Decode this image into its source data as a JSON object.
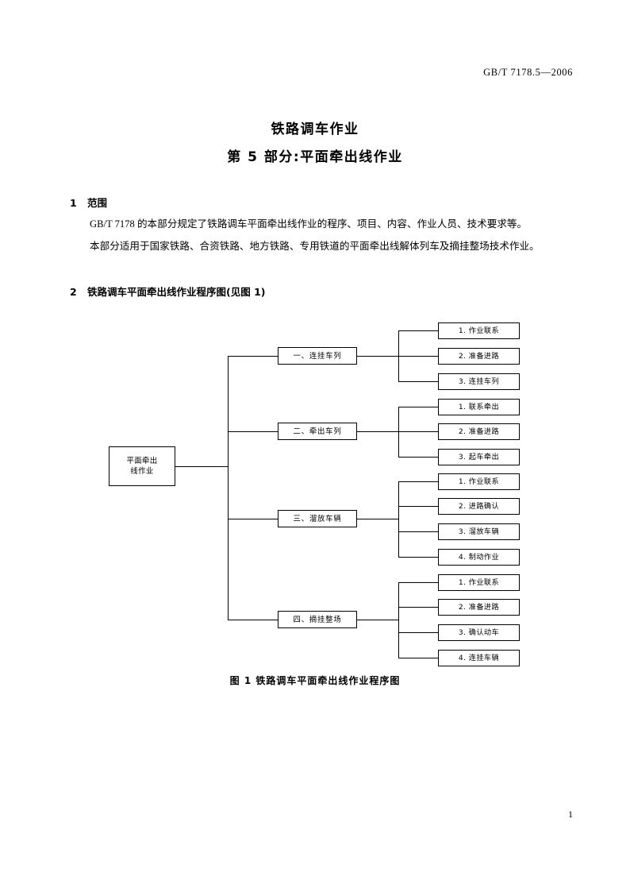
{
  "header": {
    "standard_number": "GB/T 7178.5—2006"
  },
  "title": {
    "line1": "铁路调车作业",
    "line2": "第 5 部分:平面牵出线作业"
  },
  "clauses": [
    {
      "number": "1",
      "heading": "范围",
      "paragraphs": [
        "GB/T 7178 的本部分规定了铁路调车平面牵出线作业的程序、项目、内容、作业人员、技术要求等。",
        "本部分适用于国家铁路、合资铁路、地方铁路、专用铁道的平面牵出线解体列车及摘挂整场技术作业。"
      ]
    },
    {
      "number": "2",
      "heading": "铁路调车平面牵出线作业程序图(见图 1)"
    }
  ],
  "flowchart": {
    "root": {
      "line1": "平面牵出",
      "line2": "线作业"
    },
    "branches": [
      {
        "label": "一、连挂车列",
        "steps": [
          "1. 作业联系",
          "2. 准备进路",
          "3. 连挂车列"
        ]
      },
      {
        "label": "二、牵出车列",
        "steps": [
          "1. 联系牵出",
          "2. 准备进路",
          "3. 起车牵出"
        ]
      },
      {
        "label": "三、溜放车辆",
        "steps": [
          "1. 作业联系",
          "2. 进路确认",
          "3. 溜放车辆",
          "4. 制动作业"
        ]
      },
      {
        "label": "四、摘挂整场",
        "steps": [
          "1. 作业联系",
          "2. 准备进路",
          "3. 确认动车",
          "4. 连挂车辆"
        ]
      }
    ]
  },
  "figure_caption": "图 1   铁路调车平面牵出线作业程序图",
  "page_number": "1"
}
